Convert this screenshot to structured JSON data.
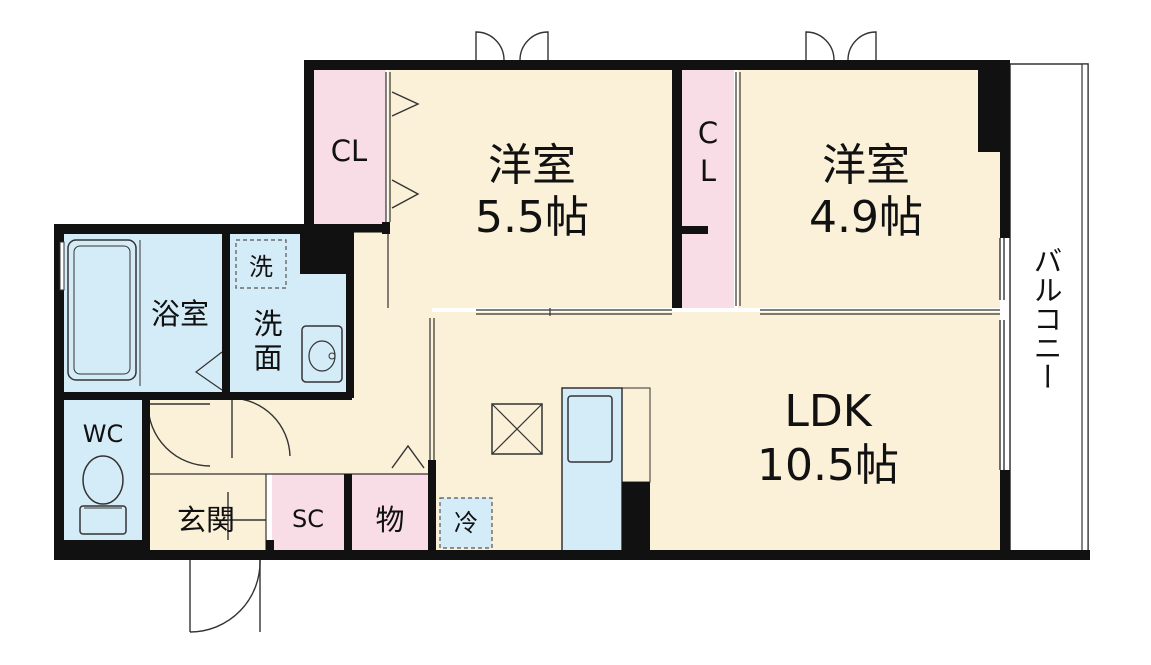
{
  "colors": {
    "wall": "#111111",
    "room_floor": "#fbf1d8",
    "wet_area": "#d4ecf7",
    "closet": "#f8dce6",
    "background": "#ffffff"
  },
  "rooms": {
    "western_1": {
      "name": "洋室",
      "size": "5.5帖"
    },
    "western_2": {
      "name": "洋室",
      "size": "4.9帖"
    },
    "ldk": {
      "name": "LDK",
      "size": "10.5帖"
    },
    "closet_1": {
      "label": "CL"
    },
    "closet_2": {
      "label_top": "C",
      "label_bottom": "L"
    },
    "bath": {
      "label": "浴室"
    },
    "washroom": {
      "label_top": "洗",
      "label_bottom": "面"
    },
    "washer": {
      "label": "洗"
    },
    "wc": {
      "label": "WC"
    },
    "entrance": {
      "label": "玄関"
    },
    "shoe_closet": {
      "label": "SC"
    },
    "storage": {
      "label": "物"
    },
    "fridge": {
      "label": "冷"
    },
    "balcony": {
      "label": "バルコニー"
    }
  }
}
